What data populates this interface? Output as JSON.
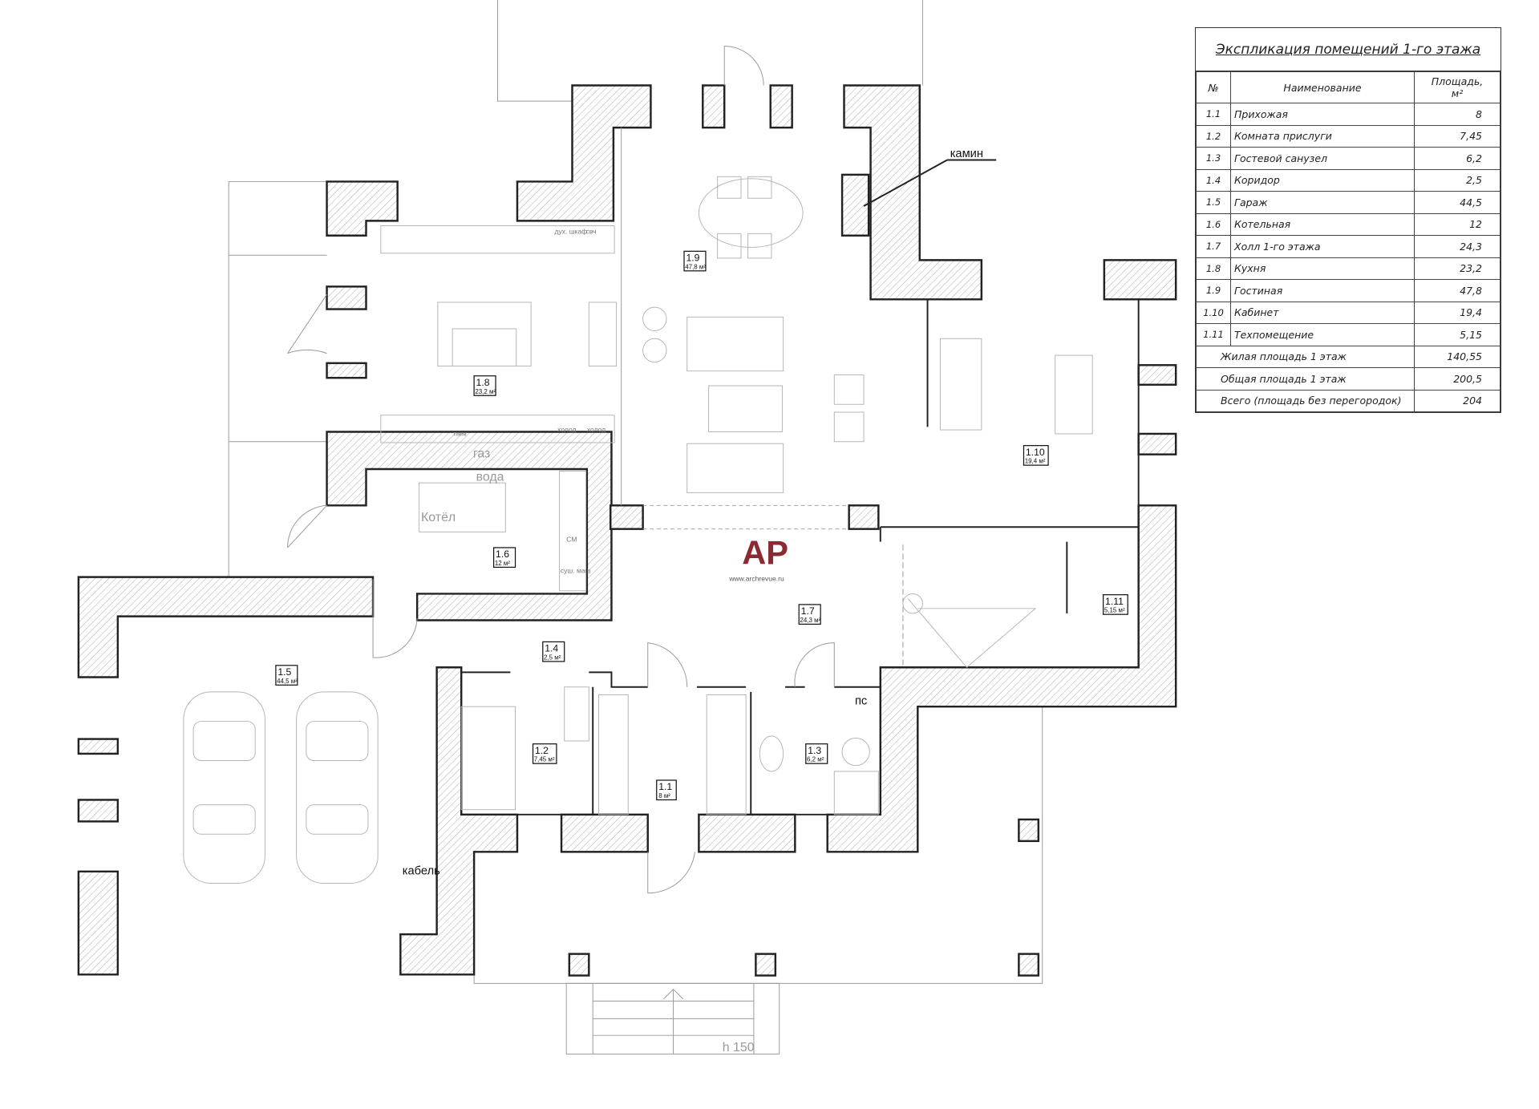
{
  "explication": {
    "title": "Экспликация помещений 1-го этажа",
    "headers": {
      "num": "№",
      "name": "Наименование",
      "area": "Площадь,",
      "unit": "м²"
    },
    "rows": [
      {
        "num": "1.1",
        "name": "Прихожая",
        "area": "8"
      },
      {
        "num": "1.2",
        "name": "Комната прислуги",
        "area": "7,45"
      },
      {
        "num": "1.3",
        "name": "Гостевой санузел",
        "area": "6,2"
      },
      {
        "num": "1.4",
        "name": "Коридор",
        "area": "2,5"
      },
      {
        "num": "1.5",
        "name": "Гараж",
        "area": "44,5"
      },
      {
        "num": "1.6",
        "name": "Котельная",
        "area": "12"
      },
      {
        "num": "1.7",
        "name": "Холл 1-го этажа",
        "area": "24,3"
      },
      {
        "num": "1.8",
        "name": "Кухня",
        "area": "23,2"
      },
      {
        "num": "1.9",
        "name": "Гостиная",
        "area": "47,8"
      },
      {
        "num": "1.10",
        "name": "Кабинет",
        "area": "19,4"
      },
      {
        "num": "1.11",
        "name": "Техпомещение",
        "area": "5,15"
      }
    ],
    "totals": [
      {
        "name": "Жилая площадь 1 этаж",
        "area": "140,55"
      },
      {
        "name": "Общая площадь 1 этаж",
        "area": "200,5"
      },
      {
        "name": "Всего (площадь без перегородок)",
        "area": "204"
      }
    ]
  },
  "rooms": {
    "r1_1": {
      "num": "1.1",
      "area": "8 м²"
    },
    "r1_2": {
      "num": "1.2",
      "area": "7,45 м²"
    },
    "r1_3": {
      "num": "1.3",
      "area": "6,2 м²"
    },
    "r1_4": {
      "num": "1.4",
      "area": "2,5 м²"
    },
    "r1_5": {
      "num": "1.5",
      "area": "44,5 м²"
    },
    "r1_6": {
      "num": "1.6",
      "area": "12 м²"
    },
    "r1_7": {
      "num": "1.7",
      "area": "24,3 м²"
    },
    "r1_8": {
      "num": "1.8",
      "area": "23,2 м²"
    },
    "r1_9": {
      "num": "1.9",
      "area": "47,8 м²"
    },
    "r1_10": {
      "num": "1.10",
      "area": "19,4 м²"
    },
    "r1_11": {
      "num": "1.11",
      "area": "5,15 м²"
    }
  },
  "notes": {
    "fireplace": "камин",
    "gas": "газ",
    "water": "вода",
    "boiler": "Котёл",
    "washer": "СМ",
    "dryer": "суш. маш",
    "oven": "дух. шкаф",
    "microwave": "свч",
    "dishwasher": "пмм",
    "fridge1": "холод",
    "fridge2": "холод",
    "shaft": "пс",
    "cable": "кабель",
    "steps_height": "h 150"
  },
  "watermark": {
    "logo": "AP",
    "site": "www.archrevue.ru",
    "logo_color": "#8b2a33"
  }
}
